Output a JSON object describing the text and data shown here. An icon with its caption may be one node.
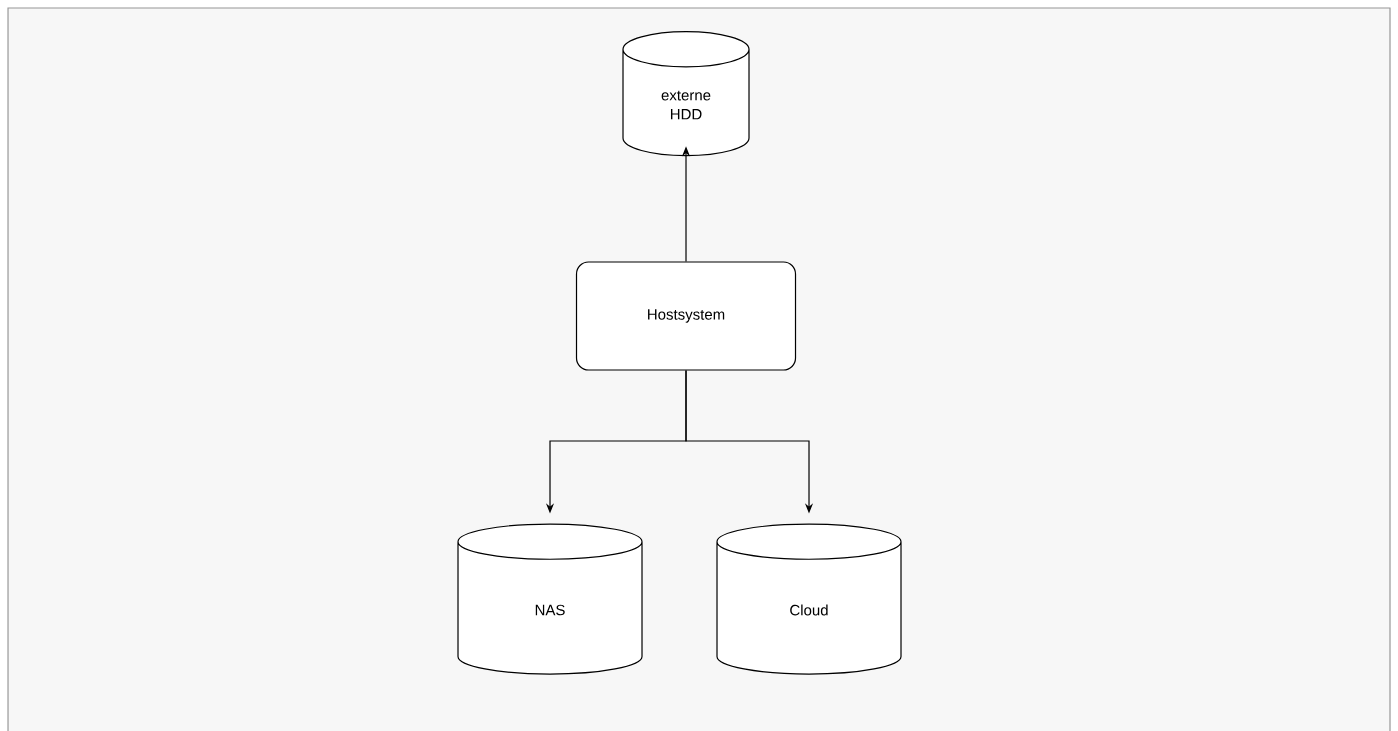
{
  "diagram": {
    "nodes": [
      {
        "text": [
          "externe HDD"
        ]
      },
      {
        "text": [
          "Hostsystem"
        ]
      },
      {
        "text": [
          "NAS"
        ]
      },
      {
        "text": [
          "Cloud"
        ]
      }
    ],
    "edges": [
      {
        "from": 1,
        "to": 0,
        "arrow": "to"
      },
      {
        "from": 1,
        "to": 2,
        "arrow": "to"
      },
      {
        "from": 1,
        "to": 3,
        "arrow": "to"
      }
    ]
  }
}
